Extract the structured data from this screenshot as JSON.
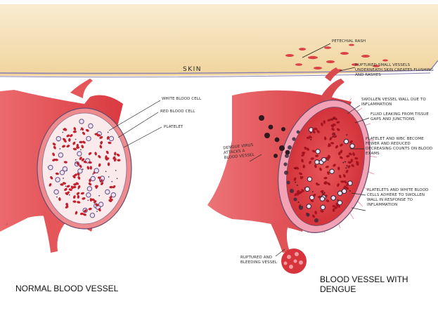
{
  "skin_label": "SKIN",
  "petechial_rash": "Petechial rash",
  "ruptured_small_vessels": "Ruptured small vessels underneath skin creates flushing and rashes",
  "swollen_vessel_wall": "Swollen vessel wall due to inflammation",
  "fluid_leaking": "Fluid leaking from tissue gaps and junctions",
  "platelet_wbc": "Platelet and WBC become fewer and reduced decreasing counts on blood exams",
  "platelets_adhere": "Platelets and white blood cells adhere to swollen wall in response to inflammation",
  "dengue_virus": "Dengue virus attacks a blood vessel",
  "ruptured_bleeding": "Ruptured and bleeding vessel",
  "white_blood_cell": "White blood cell",
  "red_blood_cell": "Red blood cell",
  "platelet": "Platelet",
  "normal_caption": "NORMAL BLOOD VESSEL",
  "dengue_caption_line1": "BLOOD VESSEL WITH",
  "dengue_caption_line2": "DENGUE",
  "colors": {
    "skin": "#f3dcaa",
    "vessel_wall": "#e2464a",
    "lumen": "#fbeaec",
    "rbc": "#c2202c",
    "wbc": "#6d5a8c",
    "virus": "#2e1a1f",
    "rash": "#d9333d"
  }
}
